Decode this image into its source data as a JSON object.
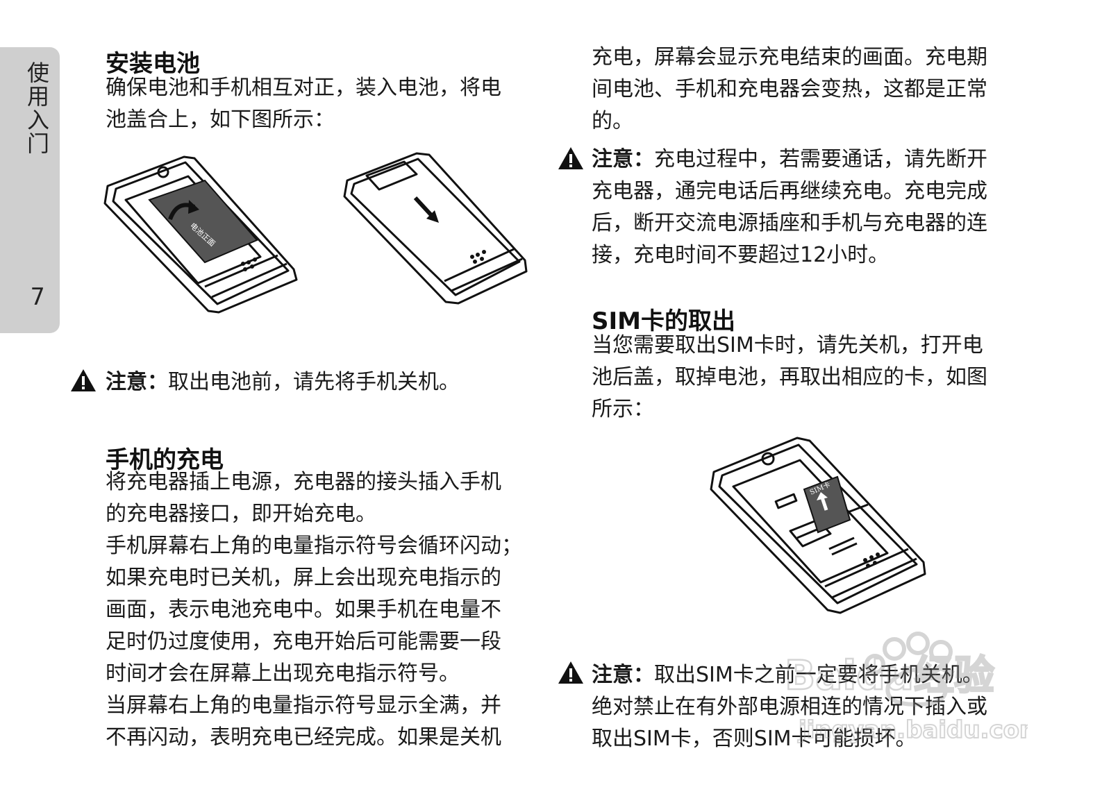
{
  "side_tab": {
    "title": "使用入门",
    "page_number": "7"
  },
  "left": {
    "install": {
      "heading": "安装电池",
      "lines": [
        "确保电池和手机相互对正，装入电池，将电",
        "池盖合上，如下图所示："
      ],
      "battery_label": "电池正面"
    },
    "note1": {
      "label": "注意：",
      "text": "取出电池前，请先将手机关机。"
    },
    "charging": {
      "heading": "手机的充电",
      "lines": [
        "将充电器插上电源，充电器的接头插入手机",
        "的充电器接口，即开始充电。",
        "手机屏幕右上角的电量指示符号会循环闪动；",
        "如果充电时已关机，屏上会出现充电指示的",
        "画面，表示电池充电中。如果手机在电量不",
        "足时仍过度使用，充电开始后可能需要一段",
        "时间才会在屏幕上出现充电指示符号。",
        "当屏幕右上角的电量指示符号显示全满，并",
        "不再闪动，表明充电已经完成。如果是关机"
      ]
    }
  },
  "right": {
    "continued": {
      "lines": [
        "充电，屏幕会显示充电结束的画面。充电期",
        "间电池、手机和充电器会变热，这都是正常",
        "的。"
      ]
    },
    "note2": {
      "label": "注意：",
      "first": "充电过程中，若需要通话，请先断开",
      "lines": [
        "充电器，通完电话后再继续充电。充电完成",
        "后，断开交流电源插座和手机与充电器的连",
        "接，充电时间不要超过12小时。"
      ]
    },
    "sim": {
      "heading": "SIM卡的取出",
      "lines": [
        "当您需要取出SIM卡时，请先关机，打开电",
        "池后盖，取掉电池，再取出相应的卡，如图",
        "所示："
      ],
      "card_label": "SIM卡"
    },
    "note3": {
      "label": "注意：",
      "first": "取出SIM卡之前一定要将手机关机。",
      "lines": [
        "绝对禁止在有外部电源相连的情况下插入或",
        "取出SIM卡，否则SIM卡可能损坏。"
      ]
    }
  },
  "watermark": {
    "brand": "Baidu经验",
    "url": "jingyan.baidu.com"
  }
}
